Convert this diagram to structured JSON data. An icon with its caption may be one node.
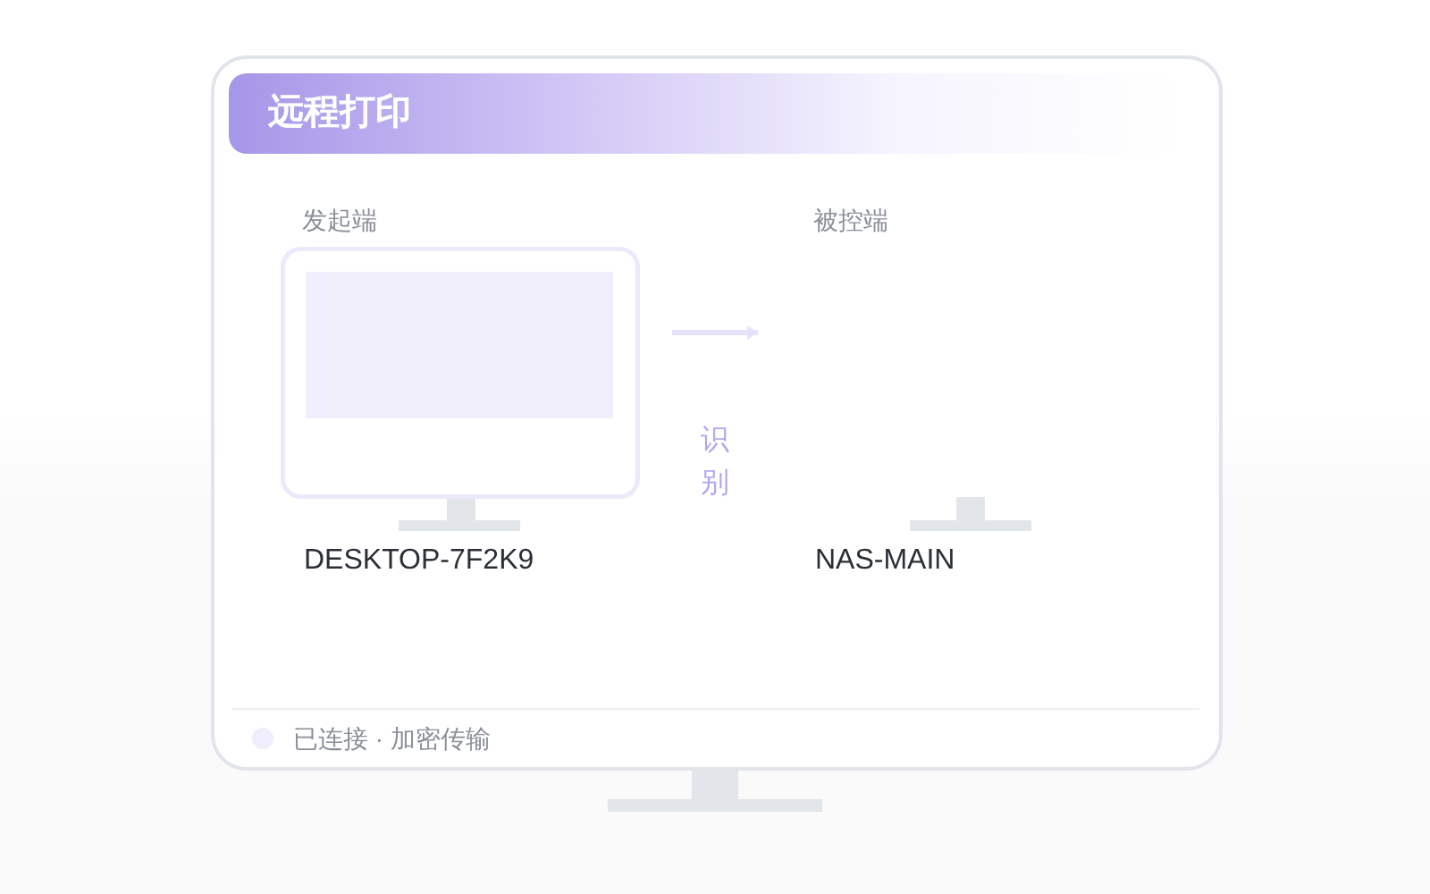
{
  "diagram": {
    "nodes": [
      {
        "text": [
          "远程打印",
          "已连接 · 加密传输"
        ]
      },
      {
        "text": [
          "发起端"
        ],
        "beside": [
          "DESKTOP-7F2K9"
        ],
        "in": 0
      },
      {
        "text": [
          "被控端"
        ],
        "beside": [
          "NAS-MAIN"
        ],
        "in": 0
      }
    ],
    "edges": [
      {
        "from": 1,
        "to": 2,
        "arrow": "to",
        "label": "识别"
      }
    ]
  }
}
